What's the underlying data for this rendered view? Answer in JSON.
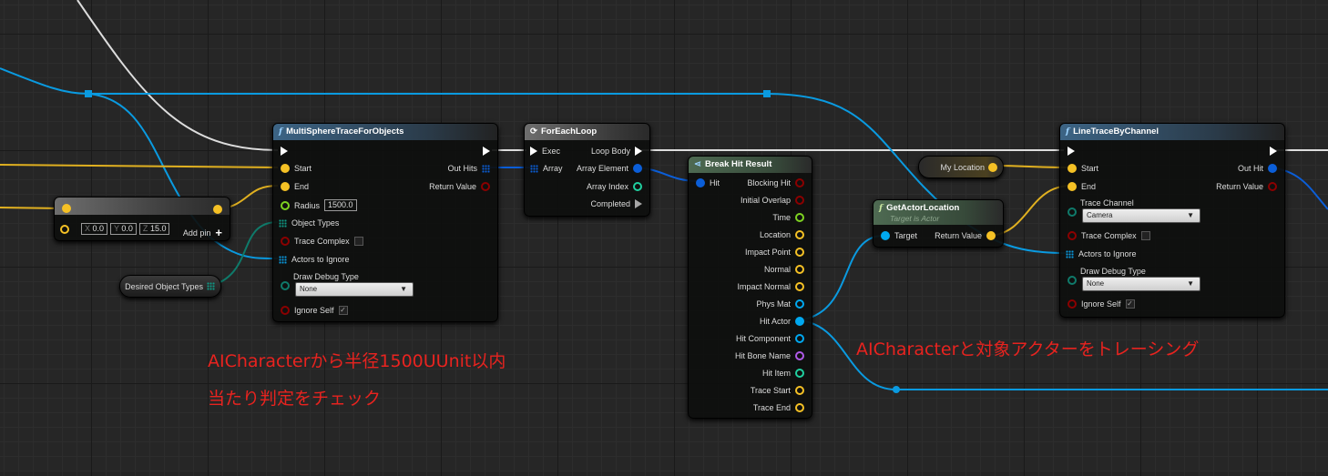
{
  "colors": {
    "exec": "#ffffff",
    "vector": "#f5c125",
    "object": "#00a8f0",
    "struct": "#0b5ed8",
    "bool": "#8b0000",
    "float": "#7ed321",
    "enum": "#0c6e5f",
    "name": "#b05ae8",
    "int": "#20d0a0"
  },
  "make_vector": {
    "x_label": "X",
    "x": "0.0",
    "y_label": "Y",
    "y": "0.0",
    "z_label": "Z",
    "z": "15.0",
    "add_pin": "Add pin",
    "add_icon": "+"
  },
  "desired_object_types": {
    "label": "Desired Object Types"
  },
  "multi_sphere": {
    "title": "MultiSphereTraceForObjects",
    "start": "Start",
    "end": "End",
    "radius": "Radius",
    "radius_value": "1500.0",
    "object_types": "Object Types",
    "trace_complex": "Trace Complex",
    "actors_to_ignore": "Actors to Ignore",
    "draw_debug_type": "Draw Debug Type",
    "draw_debug_value": "None",
    "ignore_self": "Ignore Self",
    "out_hits": "Out Hits",
    "return_value": "Return Value"
  },
  "for_each": {
    "title": "ForEachLoop",
    "exec": "Exec",
    "array": "Array",
    "loop_body": "Loop Body",
    "array_element": "Array Element",
    "array_index": "Array Index",
    "completed": "Completed"
  },
  "break_hit": {
    "title": "Break Hit Result",
    "hit": "Hit",
    "outputs": [
      "Blocking Hit",
      "Initial Overlap",
      "Time",
      "Location",
      "Impact Point",
      "Normal",
      "Impact Normal",
      "Phys Mat",
      "Hit Actor",
      "Hit Component",
      "Hit Bone Name",
      "Hit Item",
      "Trace Start",
      "Trace End"
    ]
  },
  "my_location": {
    "label": "My Location"
  },
  "get_actor_location": {
    "title": "GetActorLocation",
    "subtitle": "Target is Actor",
    "target": "Target",
    "return_value": "Return Value"
  },
  "line_trace": {
    "title": "LineTraceByChannel",
    "start": "Start",
    "end": "End",
    "trace_channel": "Trace Channel",
    "trace_channel_value": "Camera",
    "trace_complex": "Trace Complex",
    "actors_to_ignore": "Actors to Ignore",
    "draw_debug_type": "Draw Debug Type",
    "draw_debug_value": "None",
    "ignore_self": "Ignore Self",
    "out_hit": "Out Hit",
    "return_value": "Return Value"
  },
  "notes": {
    "note1": "AICharacterから半径1500UUnit以内",
    "note2": "当たり判定をチェック",
    "note3": "AICharacterと対象アクターをトレーシング"
  }
}
